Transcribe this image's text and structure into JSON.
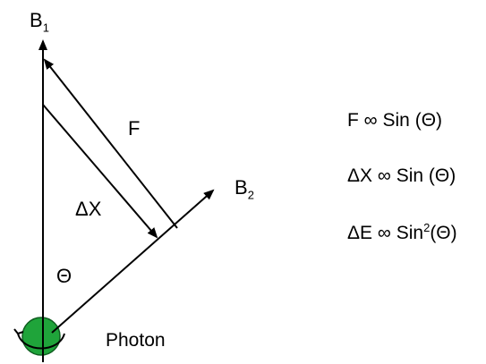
{
  "diagram": {
    "labels": {
      "b1": "B",
      "b1_sub": "1",
      "b2": "B",
      "b2_sub": "2",
      "f": "F",
      "dx": "ΔX",
      "theta": "Θ",
      "photon": "Photon"
    },
    "equations": [
      {
        "lhs": "F",
        "rel": "∞",
        "func": "Sin",
        "exp": "",
        "arg": "(Θ)"
      },
      {
        "lhs": "ΔX",
        "rel": "∞",
        "func": "Sin",
        "exp": "",
        "arg": "(Θ)"
      },
      {
        "lhs": "ΔE",
        "rel": "∞",
        "func": "Sin",
        "exp": "2",
        "arg": "(Θ)"
      }
    ],
    "colors": {
      "ink": "#000000",
      "photon": "#1fa43a"
    }
  }
}
